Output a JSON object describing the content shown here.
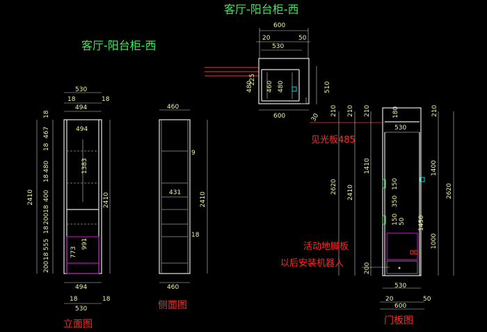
{
  "titles": {
    "top": "客厅-阳台柜-西",
    "left": "客厅-阳台柜-西"
  },
  "captions": {
    "front": "立面图",
    "side": "侧面图",
    "door": "门板图"
  },
  "annotations": {
    "visible_board": "见光板485",
    "kick_1": "活动地脚板",
    "kick_2": "以后安装机器人"
  },
  "plan": {
    "w600": "600",
    "d20": "20",
    "d530": "530",
    "d50": "50",
    "h225": "225",
    "h480a": "480",
    "h460": "460",
    "h480b": "480",
    "h510": "510",
    "d30": "30",
    "b600": "600"
  },
  "front": {
    "w530": "530",
    "s18a": "18",
    "w494": "494",
    "s18b": "18",
    "in494": "494",
    "h2410l": "2410",
    "h18a": "18",
    "h467": "467",
    "h18b": "18",
    "h480": "480",
    "h18c": "18",
    "h400": "400",
    "h18d": "18",
    "h200a": "200",
    "h18e": "18",
    "h555": "555",
    "h18f": "18",
    "h200b": "200",
    "h1383": "1383",
    "h2410r": "2410",
    "h773": "773",
    "h991": "991",
    "bw494": "494",
    "bs18a": "18",
    "bs18b": "18",
    "bw530": "530"
  },
  "side": {
    "w460": "460",
    "h9": "9",
    "h431": "431",
    "h2410": "2410",
    "h18": "18",
    "bw460": "460"
  },
  "door": {
    "t210a": "210",
    "t210b": "210",
    "t210c": "210",
    "t180": "180",
    "w530t": "530",
    "t210r": "210",
    "v2620l": "2620",
    "v1410": "1410",
    "v2410": "2410",
    "v150a": "150",
    "v350": "350",
    "v150b": "150",
    "v50": "50",
    "v200": "200",
    "v1400": "1400",
    "v1450": "1450",
    "v1000": "1000",
    "v2620r": "2620",
    "bw530": "530",
    "b20": "20",
    "b50": "50",
    "bw600": "600"
  }
}
